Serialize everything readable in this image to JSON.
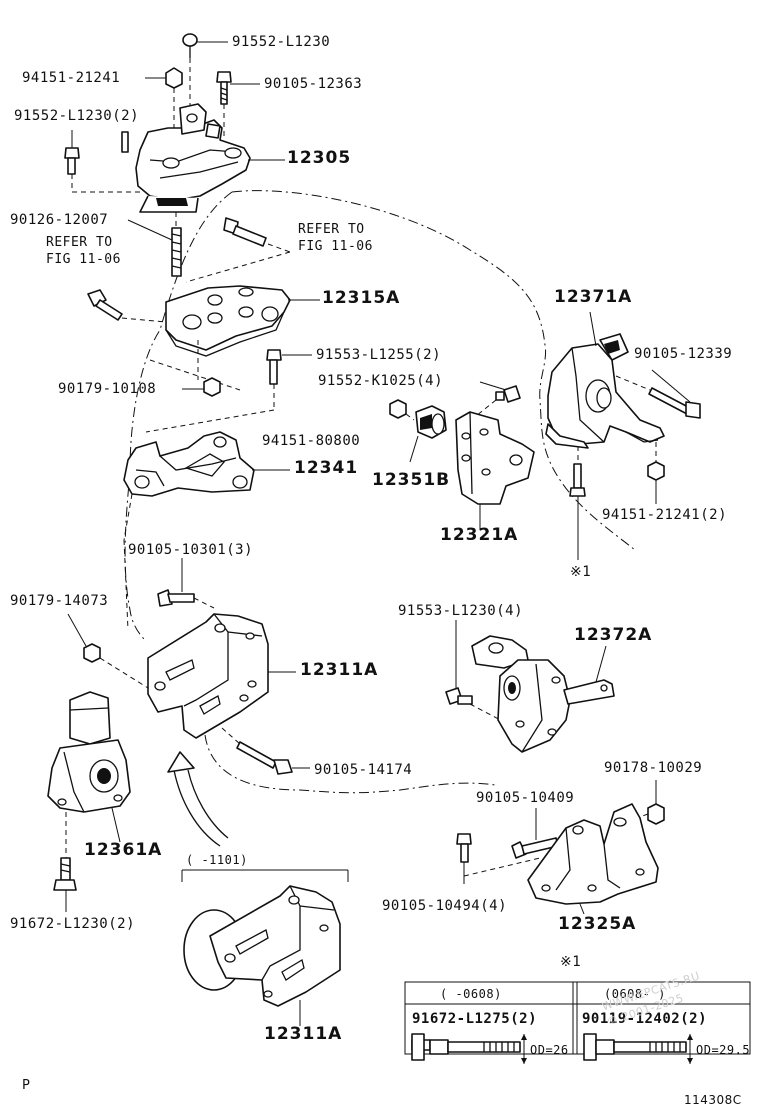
{
  "diagram": {
    "parts": [
      {
        "id": "p1",
        "label": "91552-L1230"
      },
      {
        "id": "p2",
        "label": "94151-21241"
      },
      {
        "id": "p3",
        "label": "90105-12363"
      },
      {
        "id": "p4",
        "label": "91552-L1230(2)"
      },
      {
        "id": "p5",
        "label": "12305"
      },
      {
        "id": "p6",
        "label": "90126-12007"
      },
      {
        "id": "p7",
        "label": "12315A"
      },
      {
        "id": "p8",
        "label": "91553-L1255(2)"
      },
      {
        "id": "p9",
        "label": "91552-K1025(4)"
      },
      {
        "id": "p10",
        "label": "90179-10108"
      },
      {
        "id": "p11",
        "label": "94151-80800"
      },
      {
        "id": "p12",
        "label": "12341"
      },
      {
        "id": "p13",
        "label": "12351B"
      },
      {
        "id": "p14",
        "label": "12321A"
      },
      {
        "id": "p15",
        "label": "12371A"
      },
      {
        "id": "p16",
        "label": "90105-12339"
      },
      {
        "id": "p17",
        "label": "94151-21241(2)"
      },
      {
        "id": "p18",
        "label": "90105-10301(3)"
      },
      {
        "id": "p19",
        "label": "90179-14073"
      },
      {
        "id": "p20",
        "label": "12311A"
      },
      {
        "id": "p21",
        "label": "91553-L1230(4)"
      },
      {
        "id": "p22",
        "label": "12372A"
      },
      {
        "id": "p23",
        "label": "90105-14174"
      },
      {
        "id": "p24",
        "label": "90178-10029"
      },
      {
        "id": "p25",
        "label": "90105-10409"
      },
      {
        "id": "p26",
        "label": "12361A"
      },
      {
        "id": "p27",
        "label": "90105-10494(4)"
      },
      {
        "id": "p28",
        "label": "12325A"
      },
      {
        "id": "p29",
        "label": "91672-L1230(2)"
      },
      {
        "id": "p30",
        "label": "12311A"
      }
    ],
    "refs": [
      {
        "line1": "REFER TO",
        "line2": "FIG 11-06"
      },
      {
        "line1": "REFER TO",
        "line2": "FIG 11-06"
      }
    ],
    "note_marks": [
      "※1",
      "※1"
    ],
    "inset_period": "(    -1101)",
    "table": {
      "columns": [
        {
          "period": "(    -0608)",
          "part": "91672-L1275(2)",
          "dim": "OD=26"
        },
        {
          "period": "(0608-    )",
          "part": "90119-12402(2)",
          "dim": "OD=29.5"
        }
      ]
    },
    "watermark": {
      "line1": "WWW.EPCATS.RU",
      "line2": "© 2001-2025"
    },
    "page_marker": "P",
    "figure_code": "114308C"
  }
}
